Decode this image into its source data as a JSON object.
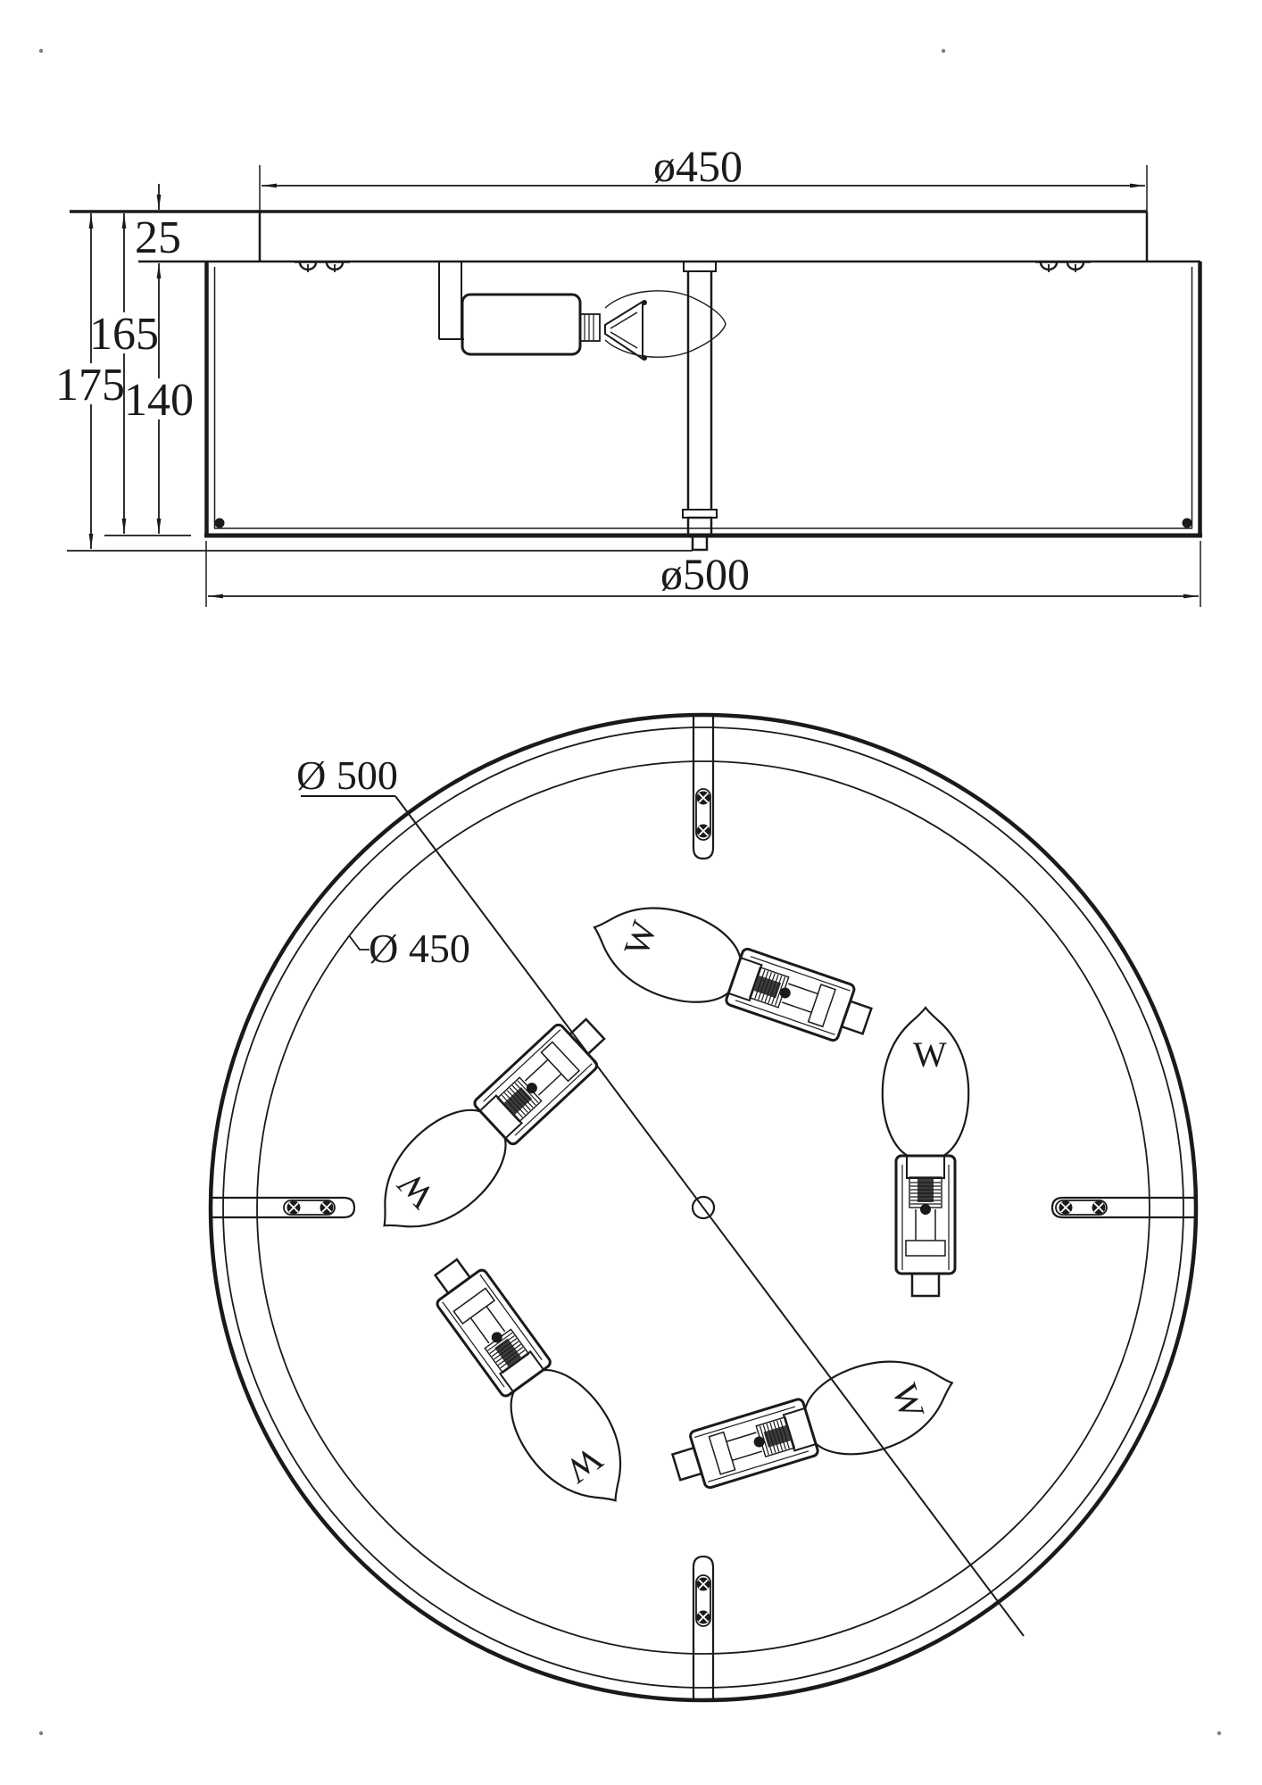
{
  "page": {
    "background_color": "#ffffff",
    "line_color": "#1a1a1a"
  },
  "side_view": {
    "top_diameter_label": "ø450",
    "plate_thickness_label": "25",
    "height_inner_label": "165",
    "height_total_label": "175",
    "drum_height_label": "140",
    "bottom_diameter_label": "ø500"
  },
  "bottom_view": {
    "outer_diameter_label": "Ø 500",
    "inner_diameter_label": "Ø 450",
    "filament_mark": "W"
  }
}
